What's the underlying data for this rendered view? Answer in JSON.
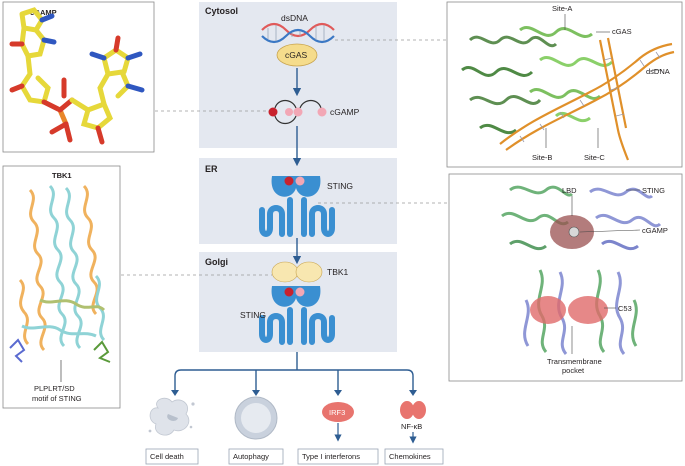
{
  "panels": {
    "cytosol": "Cytosol",
    "er": "ER",
    "golgi": "Golgi"
  },
  "labels": {
    "dsdna": "dsDNA",
    "cgas": "cGAS",
    "cgamp": "cGAMP",
    "sting_er": "STING",
    "tbk1_golgi": "TBK1",
    "sting_golgi": "STING"
  },
  "structures": {
    "cgamp_title": "cGAMP",
    "tbk1_title": "TBK1",
    "tbk1_caption_line1": "PLPLRT/SD",
    "tbk1_caption_line2": "motif of STING",
    "cgas_site_a": "Site-A",
    "cgas_site_b": "Site-B",
    "cgas_site_c": "Site-C",
    "cgas_name": "cGAS",
    "cgas_dsdna": "dsDNA",
    "sting_lbd": "LBD",
    "sting_name": "STING",
    "sting_cgamp": "cGAMP",
    "sting_c53": "C53",
    "sting_pocket_line1": "Transmembrane",
    "sting_pocket_line2": "pocket"
  },
  "outcomes": {
    "cell_death": "Cell death",
    "autophagy": "Autophagy",
    "type1_ifn": "Type I interferons",
    "chemokines": "Chemokines",
    "irf3": "IRF3",
    "nfkb": "NF-κB"
  },
  "colors": {
    "panel": "#e4e8f0",
    "arrow": "#2e5d92",
    "sting": "#3a8fd1",
    "cgas": "#f5dc8c",
    "tbk1": "#f8e7b0",
    "dna1": "#e05a5a",
    "dna2": "#3b78c4",
    "ligand_red": "#c8222d",
    "ligand_pink": "#f2a7b5",
    "irf3": "#e8746e",
    "nfkb": "#e8746e"
  }
}
